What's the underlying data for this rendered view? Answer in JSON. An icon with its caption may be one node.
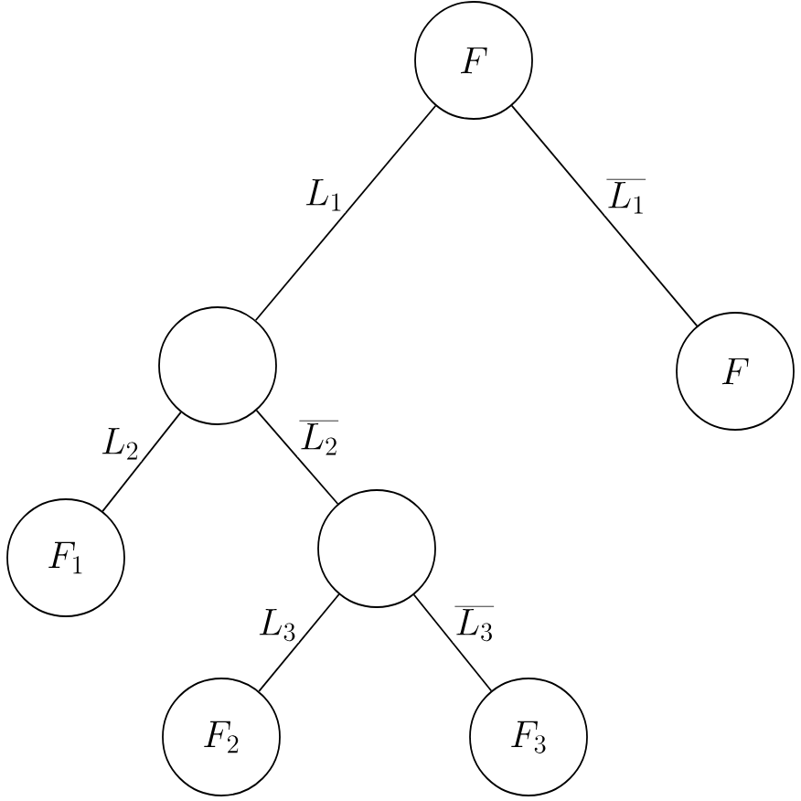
{
  "diagram": {
    "nodes": [
      {
        "text": [
          "F"
        ]
      },
      {
        "text": [],
        "shape": "circle"
      },
      {
        "text": [
          "F"
        ]
      },
      {
        "text": [
          "F_1"
        ]
      },
      {
        "text": [],
        "shape": "circle"
      },
      {
        "text": [
          "F_2"
        ]
      },
      {
        "text": [
          "F_3"
        ]
      }
    ],
    "edges": [
      {
        "from": 0,
        "to": 1,
        "arrow": "none",
        "label": "L_1"
      },
      {
        "from": 0,
        "to": 2,
        "arrow": "none",
        "label": "\\overline{L_1}"
      },
      {
        "from": 1,
        "to": 3,
        "arrow": "none",
        "label": "L_2"
      },
      {
        "from": 1,
        "to": 4,
        "arrow": "none",
        "label": "\\overline{L_2}"
      },
      {
        "from": 4,
        "to": 5,
        "arrow": "none",
        "label": "L_3"
      },
      {
        "from": 4,
        "to": 6,
        "arrow": "none",
        "label": "\\overline{L_3}"
      }
    ]
  }
}
